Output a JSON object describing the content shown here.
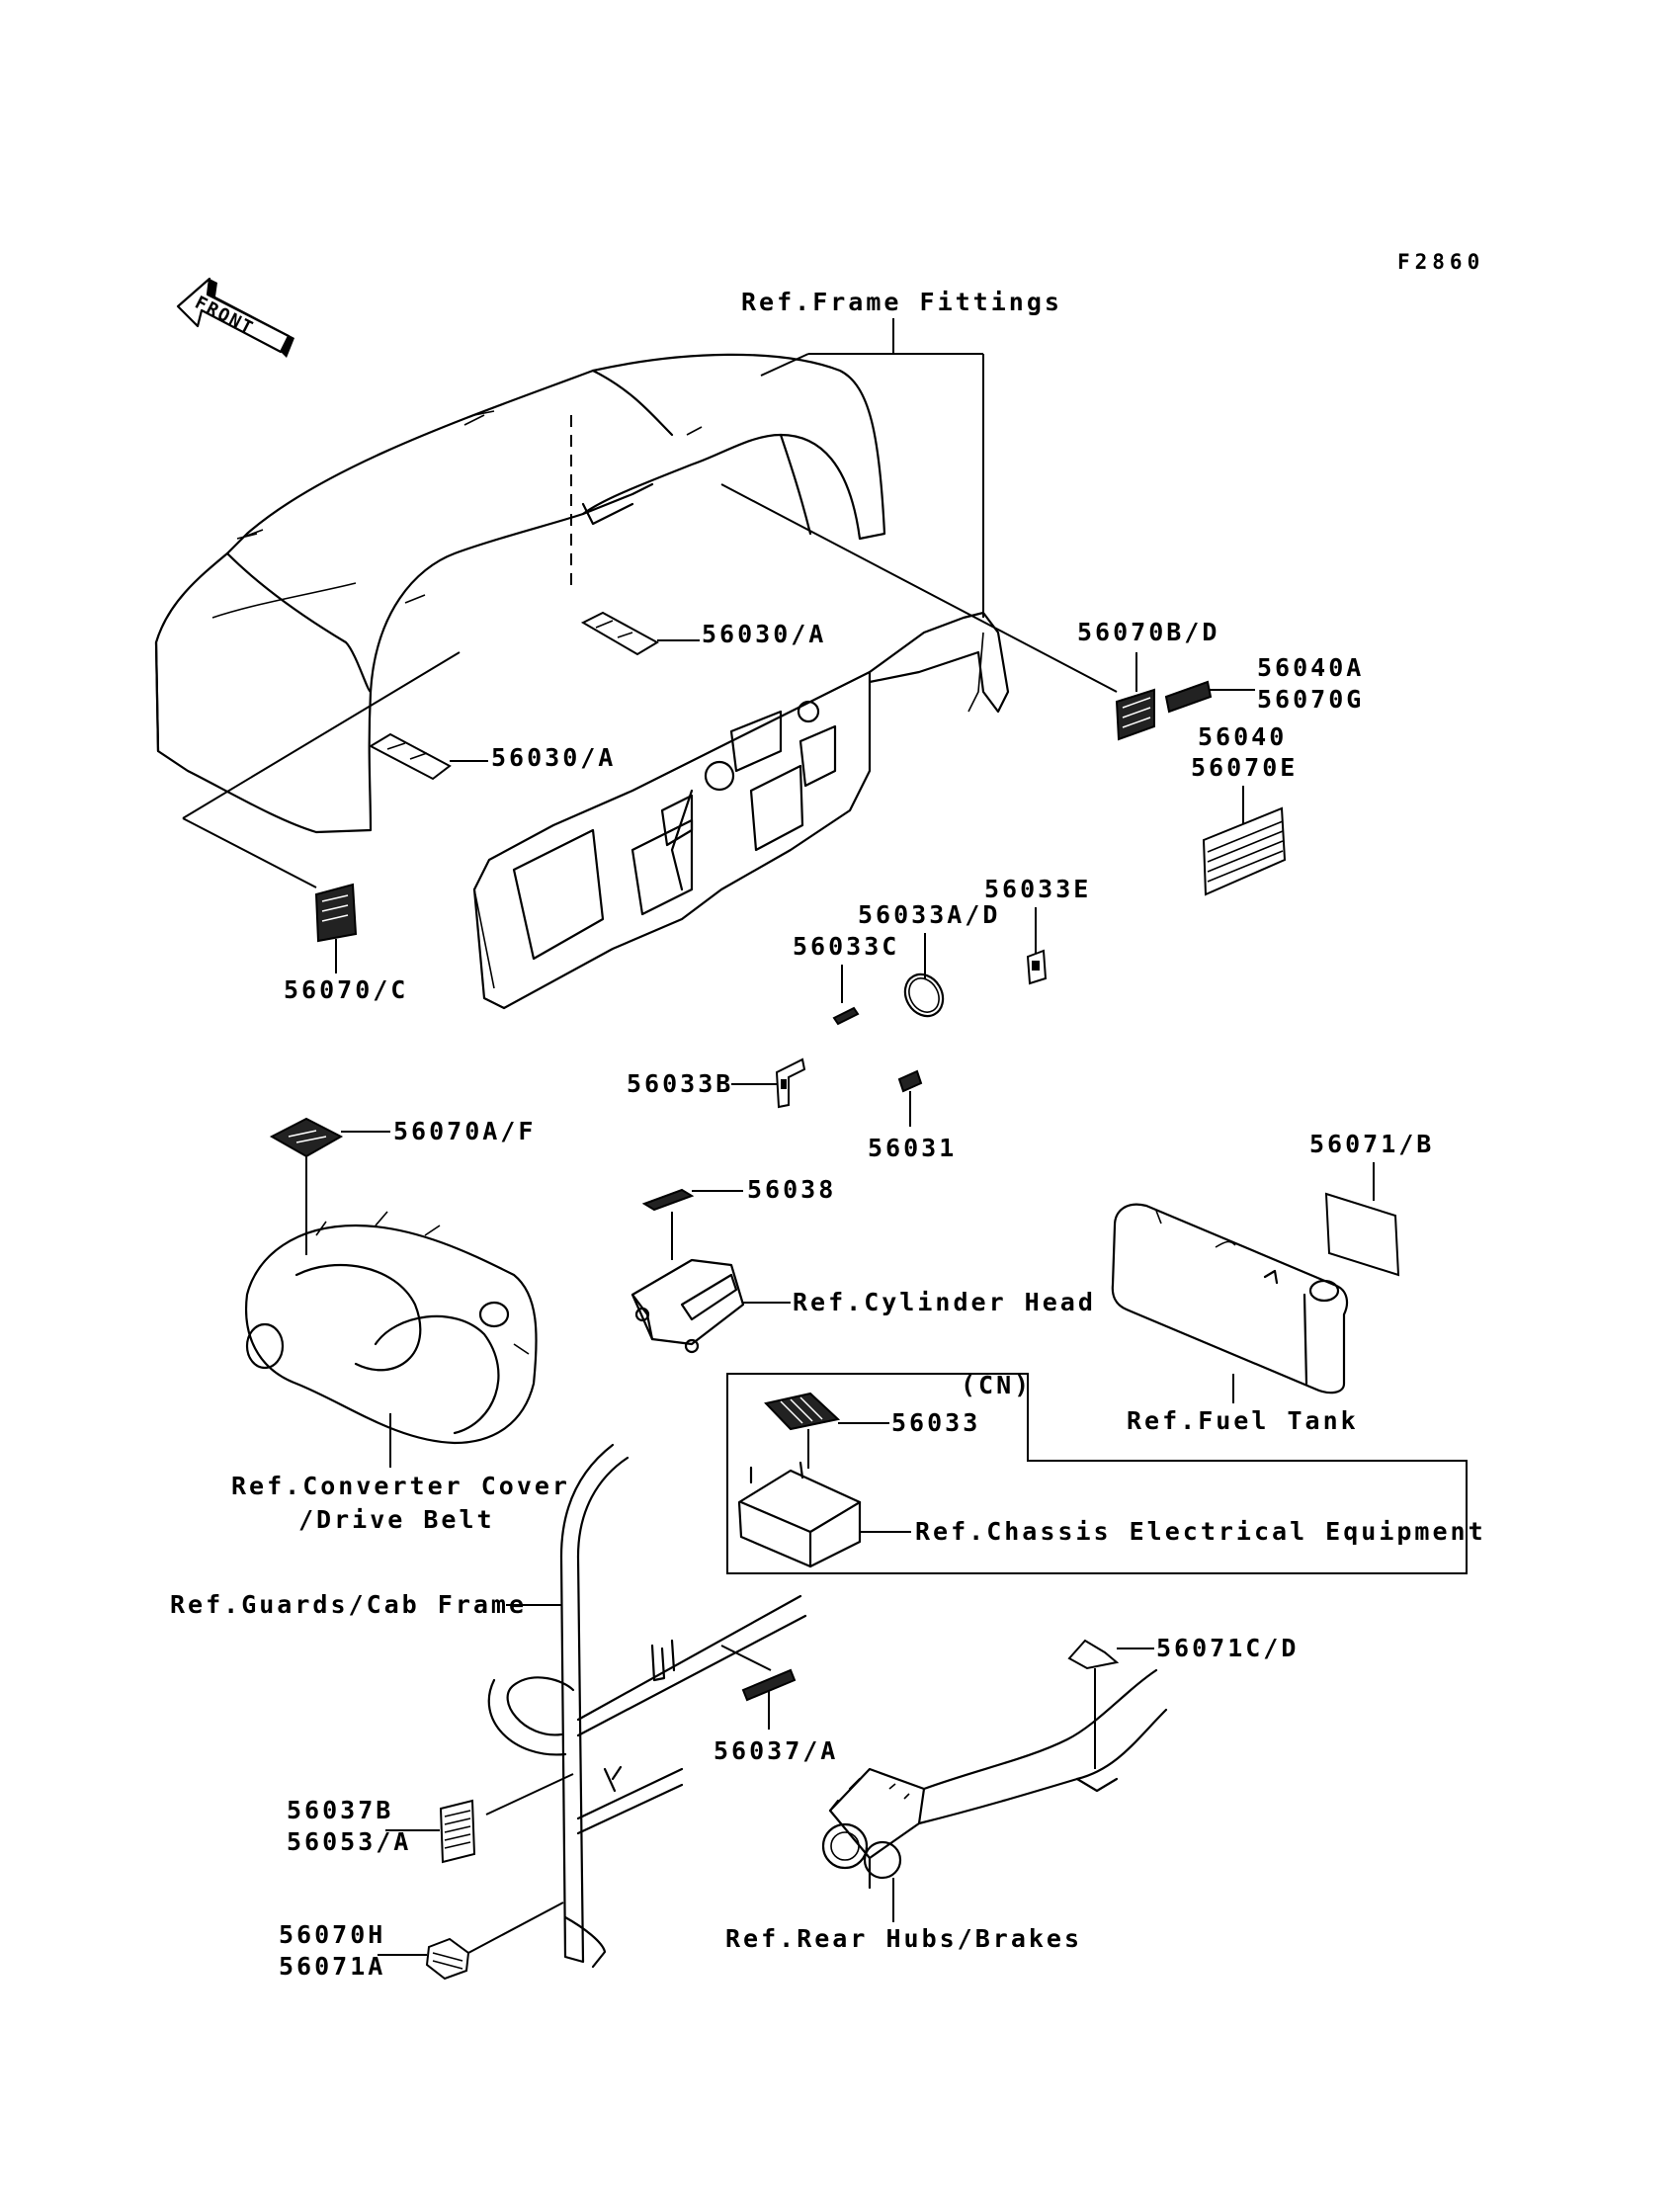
{
  "figure_code": "F2860",
  "front_arrow_text": "FRONT",
  "callouts": {
    "frame_fittings": "Ref.Frame Fittings",
    "p56030a_top": "56030/A",
    "p56030a_left": "56030/A",
    "p56070bd": "56070B/D",
    "p56040a": "56040A",
    "p56070g": "56070G",
    "p56040": "56040",
    "p56070e": "56070E",
    "p56070c": "56070/C",
    "p56033e": "56033E",
    "p56033ad": "56033A/D",
    "p56033c": "56033C",
    "p56033b": "56033B",
    "p56031": "56031",
    "p56070af": "56070A/F",
    "p56038": "56038",
    "p56071b": "56071/B",
    "cylinder_head": "Ref.Cylinder Head",
    "cn": "(CN)",
    "p56033": "56033",
    "fuel_tank": "Ref.Fuel Tank",
    "converter_cover": "Ref.Converter Cover",
    "drive_belt": "/Drive Belt",
    "chassis_electrical": "Ref.Chassis Electrical Equipment",
    "guards_cab_frame": "Ref.Guards/Cab Frame",
    "p56071cd": "56071C/D",
    "p56037a": "56037/A",
    "p56037b": "56037B",
    "p56053a": "56053/A",
    "p56070h": "56070H",
    "p56071a": "56071A",
    "rear_hubs": "Ref.Rear Hubs/Brakes"
  }
}
